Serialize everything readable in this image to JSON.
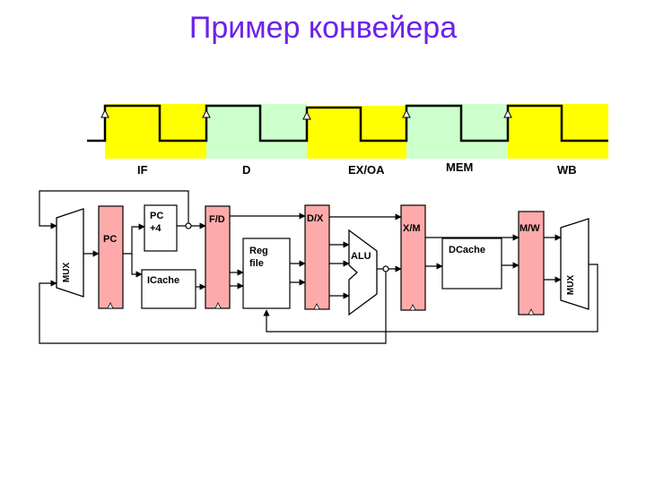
{
  "title": "Пример конвейера",
  "colors": {
    "title": "#6b21e8",
    "yellow_band": "#ffff00",
    "green_band": "#ccffcc",
    "pipeline_register": "#ffaaaa"
  },
  "stages": [
    "IF",
    "D",
    "EX/OA",
    "MEM",
    "WB"
  ],
  "registers": {
    "pc": "PC",
    "fd": "F/D",
    "dx": "D/X",
    "xm": "X/M",
    "mw": "M/W"
  },
  "units": {
    "pc_plus4_line1": "PC",
    "pc_plus4_line2": "+4",
    "icache": "ICache",
    "regfile_line1": "Reg",
    "regfile_line2": "file",
    "alu": "ALU",
    "dcache": "DCache",
    "mux_left": "MUX",
    "mux_right": "MUX"
  }
}
